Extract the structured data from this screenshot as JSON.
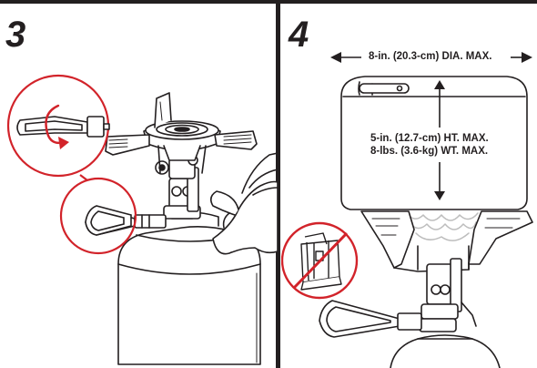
{
  "steps": [
    {
      "number": "3"
    },
    {
      "number": "4"
    }
  ],
  "pot_limits": {
    "diameter": "8-in. (20.3-cm) DIA. MAX.",
    "height": "5-in. (12.7-cm) HT. MAX.",
    "weight": "8-lbs. (3.6-kg) WT. MAX."
  },
  "colors": {
    "ink": "#231f20",
    "callout_red": "#d2232a",
    "flame_gray": "#bdbdbd"
  }
}
